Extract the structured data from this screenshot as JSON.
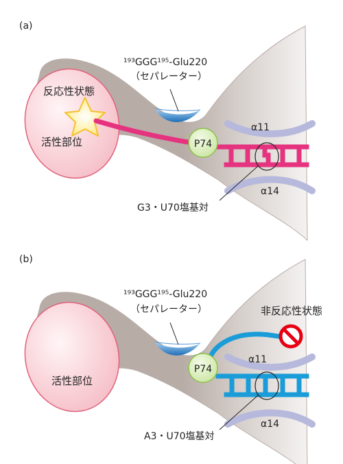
{
  "panel_a": {
    "label": "(a)",
    "separator_line1": "¹⁹³GGG¹⁹⁵-Glu220",
    "separator_line2": "（セパレーター）",
    "reactive_state": "反応性状態",
    "active_site": "活性部位",
    "p74": "P74",
    "alpha11": "α11",
    "alpha14": "α14",
    "base_pair": "G3・U70塩基対"
  },
  "panel_b": {
    "label": "(b)",
    "separator_line1": "¹⁹³GGG¹⁹⁵-Glu220",
    "separator_line2": "（セパレーター）",
    "nonreactive_state": "非反応性状態",
    "active_site": "活性部位",
    "p74": "P74",
    "alpha11": "α11",
    "alpha14": "α14",
    "base_pair": "A3・U70塩基対"
  },
  "colors": {
    "protein_body": "#b8aca7",
    "protein_gradient": "#e9e6e4",
    "active_site_fill": "#f7c9cf",
    "active_site_stroke": "#e0607a",
    "rna_reactive": "#e5337f",
    "rna_nonreactive": "#1a9cd8",
    "p74_fill": "#d6ecb0",
    "p74_stroke": "#8cc34a",
    "helix": "#b7b9dc",
    "separator_water": "#3a8bd1",
    "star_fill": "#fff3a6",
    "star_stroke": "#f3c12e",
    "prohibit": "#e60012"
  }
}
